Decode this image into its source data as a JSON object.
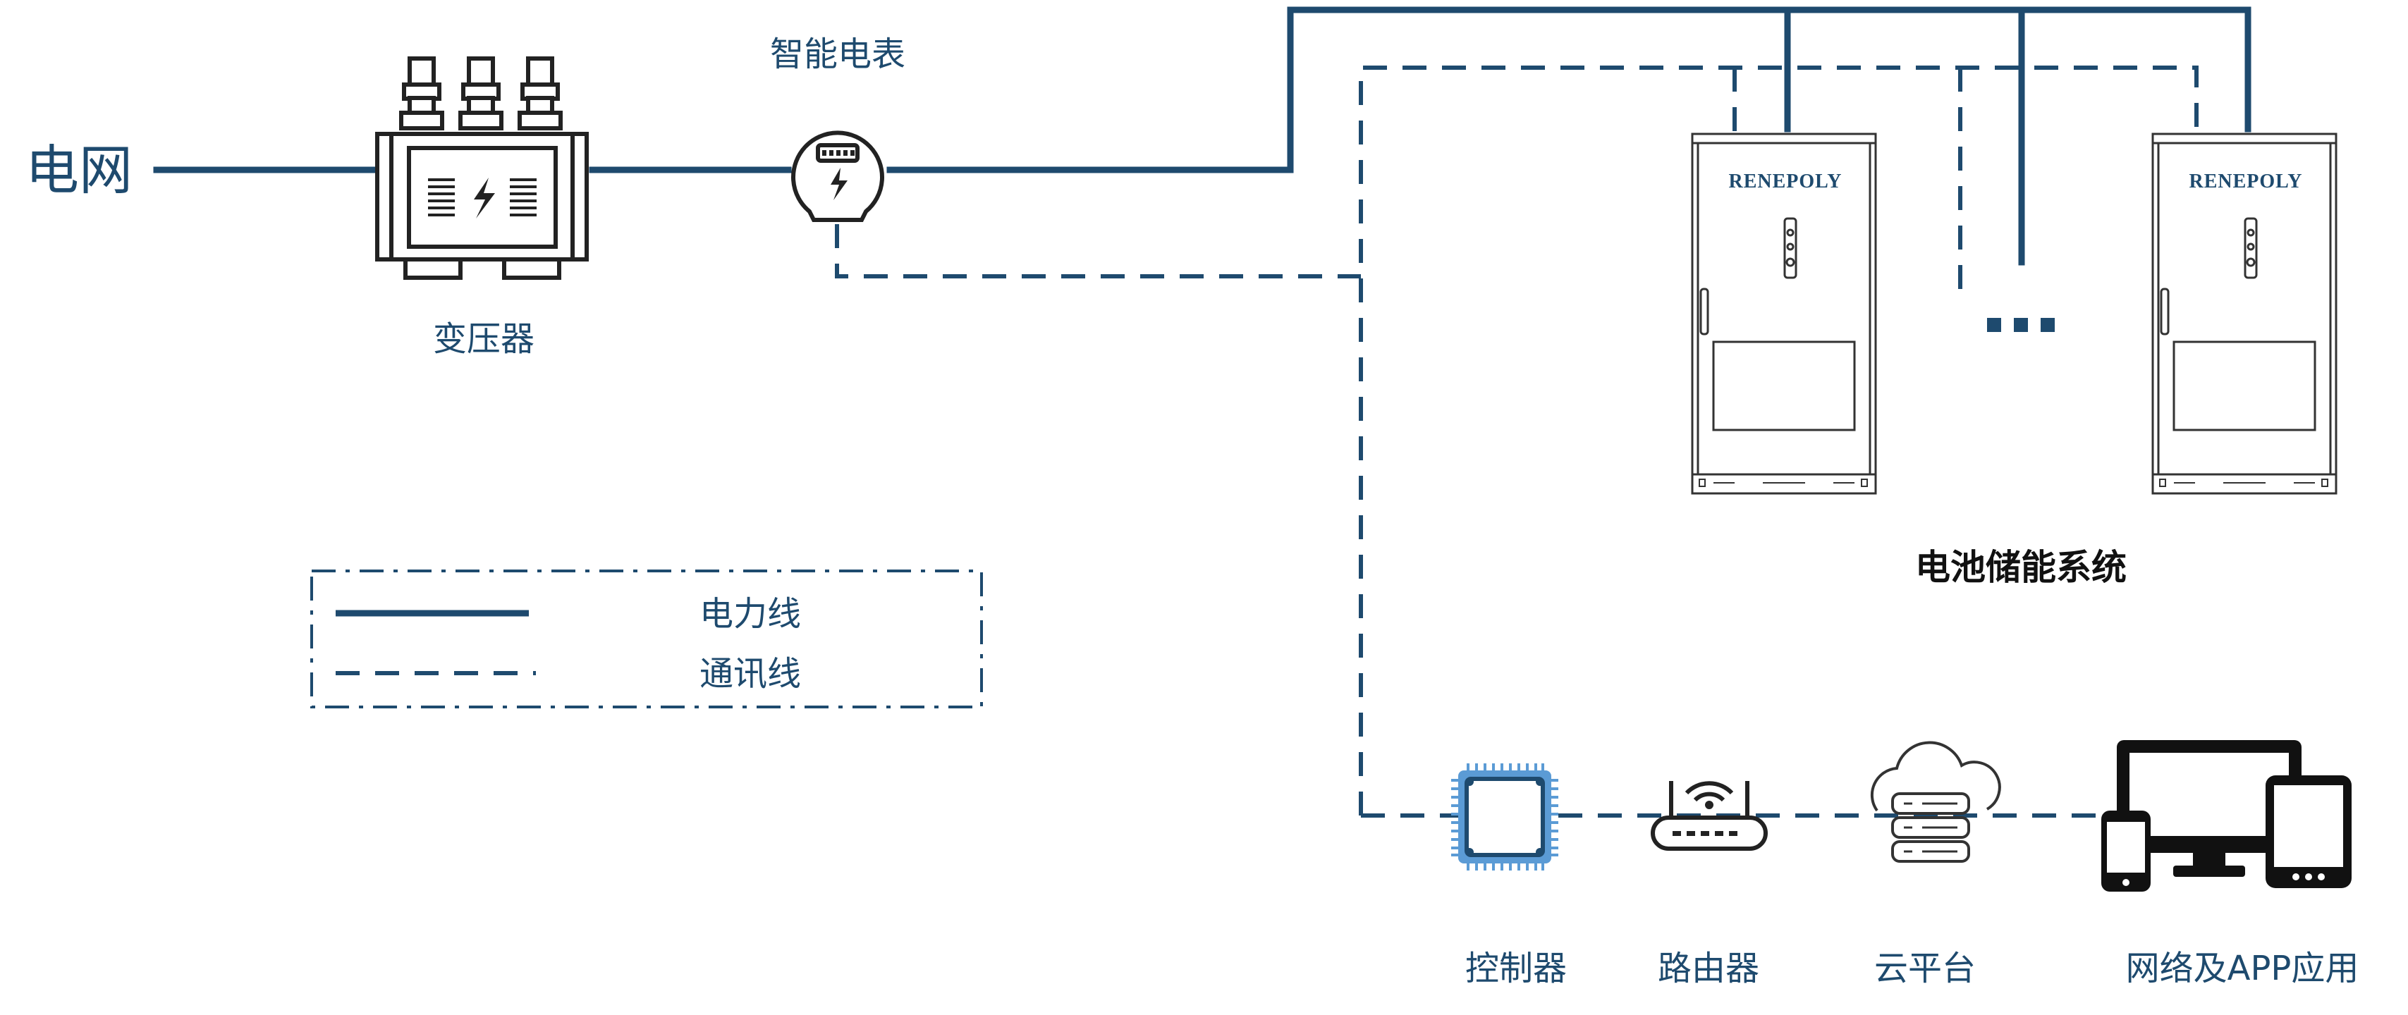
{
  "labels": {
    "grid": "电网",
    "transformer": "变压器",
    "smart_meter": "智能电表",
    "battery_system": "电池储能系统",
    "controller": "控制器",
    "router": "路由器",
    "cloud_platform": "云平台",
    "network_app": "网络及APP应用"
  },
  "legend": {
    "power_line": "电力线",
    "comm_line": "通讯线"
  },
  "cabinet": {
    "brand": "RENEPOLY"
  },
  "colors": {
    "primary": "#1e4a6e",
    "chip_accent": "#5b9bd5",
    "outline": "#222222"
  }
}
